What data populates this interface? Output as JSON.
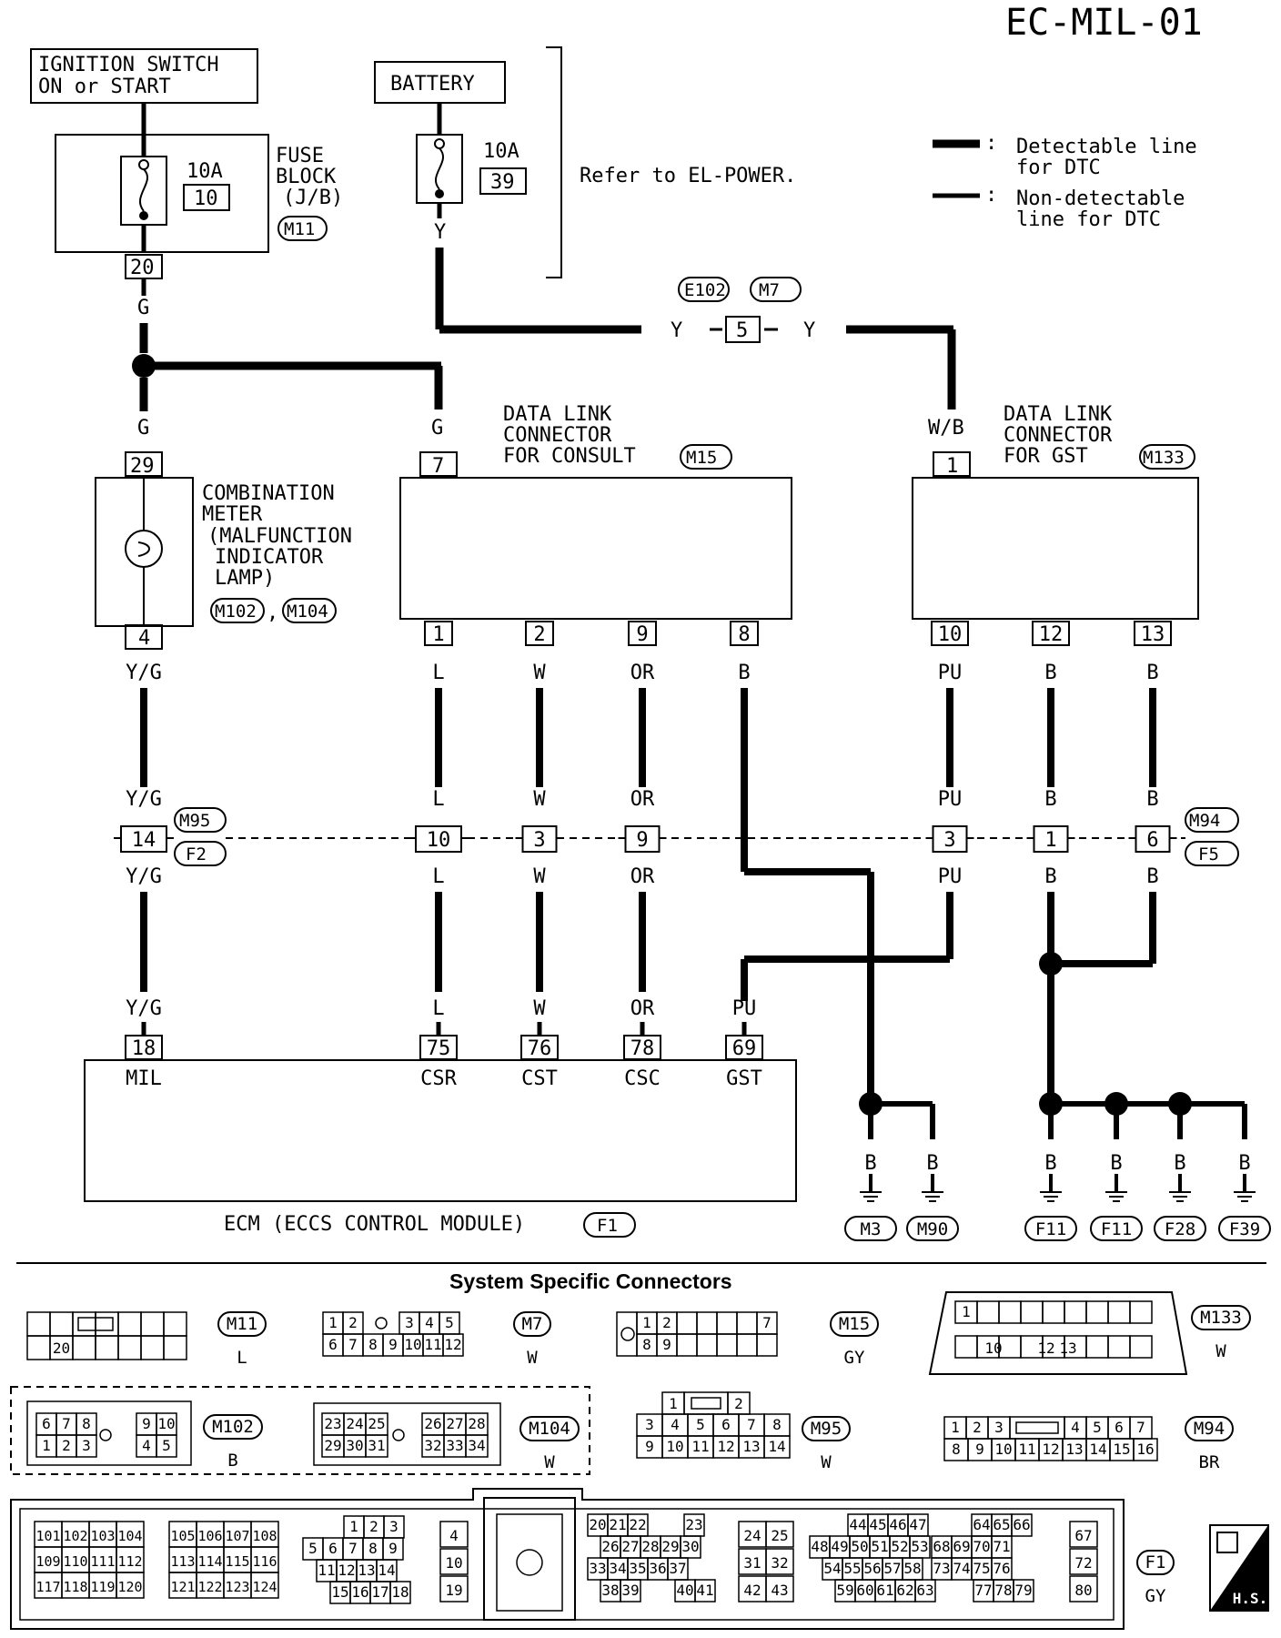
{
  "page_id": "EC-MIL-01",
  "legend": {
    "detectable_line1": "Detectable line",
    "detectable_line2": "for DTC",
    "nondetectable_line1": "Non-detectable",
    "nondetectable_line2": "line for DTC"
  },
  "ignition": {
    "line1": "IGNITION SWITCH",
    "line2": "ON or START"
  },
  "battery": {
    "label": "BATTERY",
    "fuse_amp": "10A",
    "fuse_no": "39",
    "wire": "Y"
  },
  "refer_text": "Refer to EL-POWER.",
  "fuse_block": {
    "line1": "FUSE",
    "line2": "BLOCK",
    "line3": "(J/B)",
    "connector": "M11",
    "fuse_amp": "10A",
    "fuse_no": "10",
    "pin": "20",
    "wire": "G"
  },
  "joint": {
    "connA": "E102",
    "connB": "M7",
    "pin": "5",
    "wire_left": "Y",
    "wire_right": "Y"
  },
  "combination_meter": {
    "line1": "COMBINATION",
    "line2": "METER",
    "line3": "(MALFUNCTION",
    "line4": "INDICATOR",
    "line5": "LAMP)",
    "connA": "M102",
    "connB": "M104",
    "comma": ",",
    "pin_top": "29",
    "pin_bottom": "4",
    "wire_top": "G",
    "wire_bottom": "Y/G"
  },
  "consult_dlc": {
    "line1": "DATA LINK",
    "line2": "CONNECTOR",
    "line3": "FOR CONSULT",
    "connector": "M15",
    "pin_top": "7",
    "wire_top": "G",
    "pins": [
      "1",
      "2",
      "9",
      "8"
    ],
    "wires": [
      "L",
      "W",
      "OR",
      "B"
    ]
  },
  "gst_dlc": {
    "line1": "DATA LINK",
    "line2": "CONNECTOR",
    "line3": "FOR GST",
    "connector": "M133",
    "pin_top": "1",
    "wire_top": "W/B",
    "pins": [
      "10",
      "12",
      "13"
    ],
    "wires": [
      "PU",
      "B",
      "B"
    ]
  },
  "inline": {
    "connA_left": "M95",
    "connB_left": "F2",
    "connA_right": "M94",
    "connB_right": "F5",
    "pins": [
      "14",
      "10",
      "3",
      "9",
      "3",
      "1",
      "6"
    ],
    "wires": [
      "Y/G",
      "L",
      "W",
      "OR",
      "PU",
      "B",
      "B"
    ]
  },
  "ecm": {
    "label": "ECM (ECCS CONTROL MODULE)",
    "connector": "F1",
    "pins": [
      "18",
      "75",
      "76",
      "78",
      "69"
    ],
    "wires": [
      "Y/G",
      "L",
      "W",
      "OR",
      "PU"
    ],
    "names": [
      "MIL",
      "CSR",
      "CST",
      "CSC",
      "GST"
    ]
  },
  "grounds": {
    "wire": "B",
    "labels": [
      "M3",
      "M90",
      "F11",
      "F11",
      "F28",
      "F39"
    ]
  },
  "connectors_section": {
    "title": "System Specific Connectors",
    "m11": {
      "id": "M11",
      "color": "L",
      "pin": "20"
    },
    "m7": {
      "id": "M7",
      "color": "W",
      "row1": [
        "1",
        "2",
        "",
        "3",
        "4",
        "5"
      ],
      "row2": [
        "6",
        "7",
        "8",
        "9",
        "10",
        "11",
        "12"
      ]
    },
    "m15": {
      "id": "M15",
      "color": "GY",
      "row1": [
        "1",
        "2",
        "",
        "",
        "",
        "",
        "7"
      ],
      "row2": [
        "8",
        "9",
        "",
        "",
        "",
        "",
        ""
      ]
    },
    "m133": {
      "id": "M133",
      "color": "W",
      "row1": [
        "1"
      ],
      "row2": [
        "10",
        "12",
        "13"
      ]
    },
    "m102": {
      "id": "M102",
      "color": "B",
      "row1": [
        "6",
        "7",
        "8",
        "9",
        "10"
      ],
      "row2": [
        "1",
        "2",
        "3",
        "4",
        "5"
      ]
    },
    "m104": {
      "id": "M104",
      "color": "W",
      "row1": [
        "23",
        "24",
        "25",
        "26",
        "27",
        "28"
      ],
      "row2": [
        "29",
        "30",
        "31",
        "32",
        "33",
        "34"
      ]
    },
    "m95": {
      "id": "M95",
      "color": "W",
      "row0": [
        "1",
        "2"
      ],
      "row1": [
        "3",
        "4",
        "5",
        "6",
        "7",
        "8"
      ],
      "row2": [
        "9",
        "10",
        "11",
        "12",
        "13",
        "14"
      ]
    },
    "m94": {
      "id": "M94",
      "color": "BR",
      "row1": [
        "1",
        "2",
        "3",
        "4",
        "5",
        "6",
        "7"
      ],
      "row2": [
        "8",
        "9",
        "10",
        "11",
        "12",
        "13",
        "14",
        "15",
        "16"
      ]
    },
    "f1": {
      "id": "F1",
      "color": "GY",
      "blockA": [
        [
          "101",
          "102",
          "103",
          "104"
        ],
        [
          "109",
          "110",
          "111",
          "112"
        ],
        [
          "117",
          "118",
          "119",
          "120"
        ]
      ],
      "blockB": [
        [
          "105",
          "106",
          "107",
          "108"
        ],
        [
          "113",
          "114",
          "115",
          "116"
        ],
        [
          "121",
          "122",
          "123",
          "124"
        ]
      ],
      "blockC": [
        [
          "1",
          "2",
          "3"
        ],
        [
          "5",
          "6",
          "7",
          "8",
          "9"
        ],
        [
          "11",
          "12",
          "13",
          "14"
        ],
        [
          "15",
          "16",
          "17",
          "18"
        ]
      ],
      "blockD": [
        "4",
        "10",
        "19"
      ],
      "blockE": [
        [
          "20",
          "21",
          "22",
          "23"
        ],
        [
          "26",
          "27",
          "28",
          "29",
          "30"
        ],
        [
          "33",
          "34",
          "35",
          "36",
          "37"
        ],
        [
          "38",
          "39",
          "40",
          "41"
        ]
      ],
      "blockF": [
        [
          "24",
          "25"
        ],
        [
          "31",
          "32"
        ],
        [
          "42",
          "43"
        ]
      ],
      "blockG": [
        [
          "44",
          "45",
          "46",
          "47"
        ],
        [
          "48",
          "49",
          "50",
          "51",
          "52",
          "53"
        ],
        [
          "54",
          "55",
          "56",
          "57",
          "58"
        ],
        [
          "59",
          "60",
          "61",
          "62",
          "63"
        ]
      ],
      "blockH": [
        [
          "64",
          "65",
          "66"
        ],
        [
          "68",
          "69",
          "70",
          "71"
        ],
        [
          "73",
          "74",
          "75",
          "76"
        ],
        [
          "77",
          "78",
          "79"
        ]
      ],
      "blockI": [
        "67",
        "72",
        "80"
      ]
    },
    "hs_badge": "H.S."
  }
}
